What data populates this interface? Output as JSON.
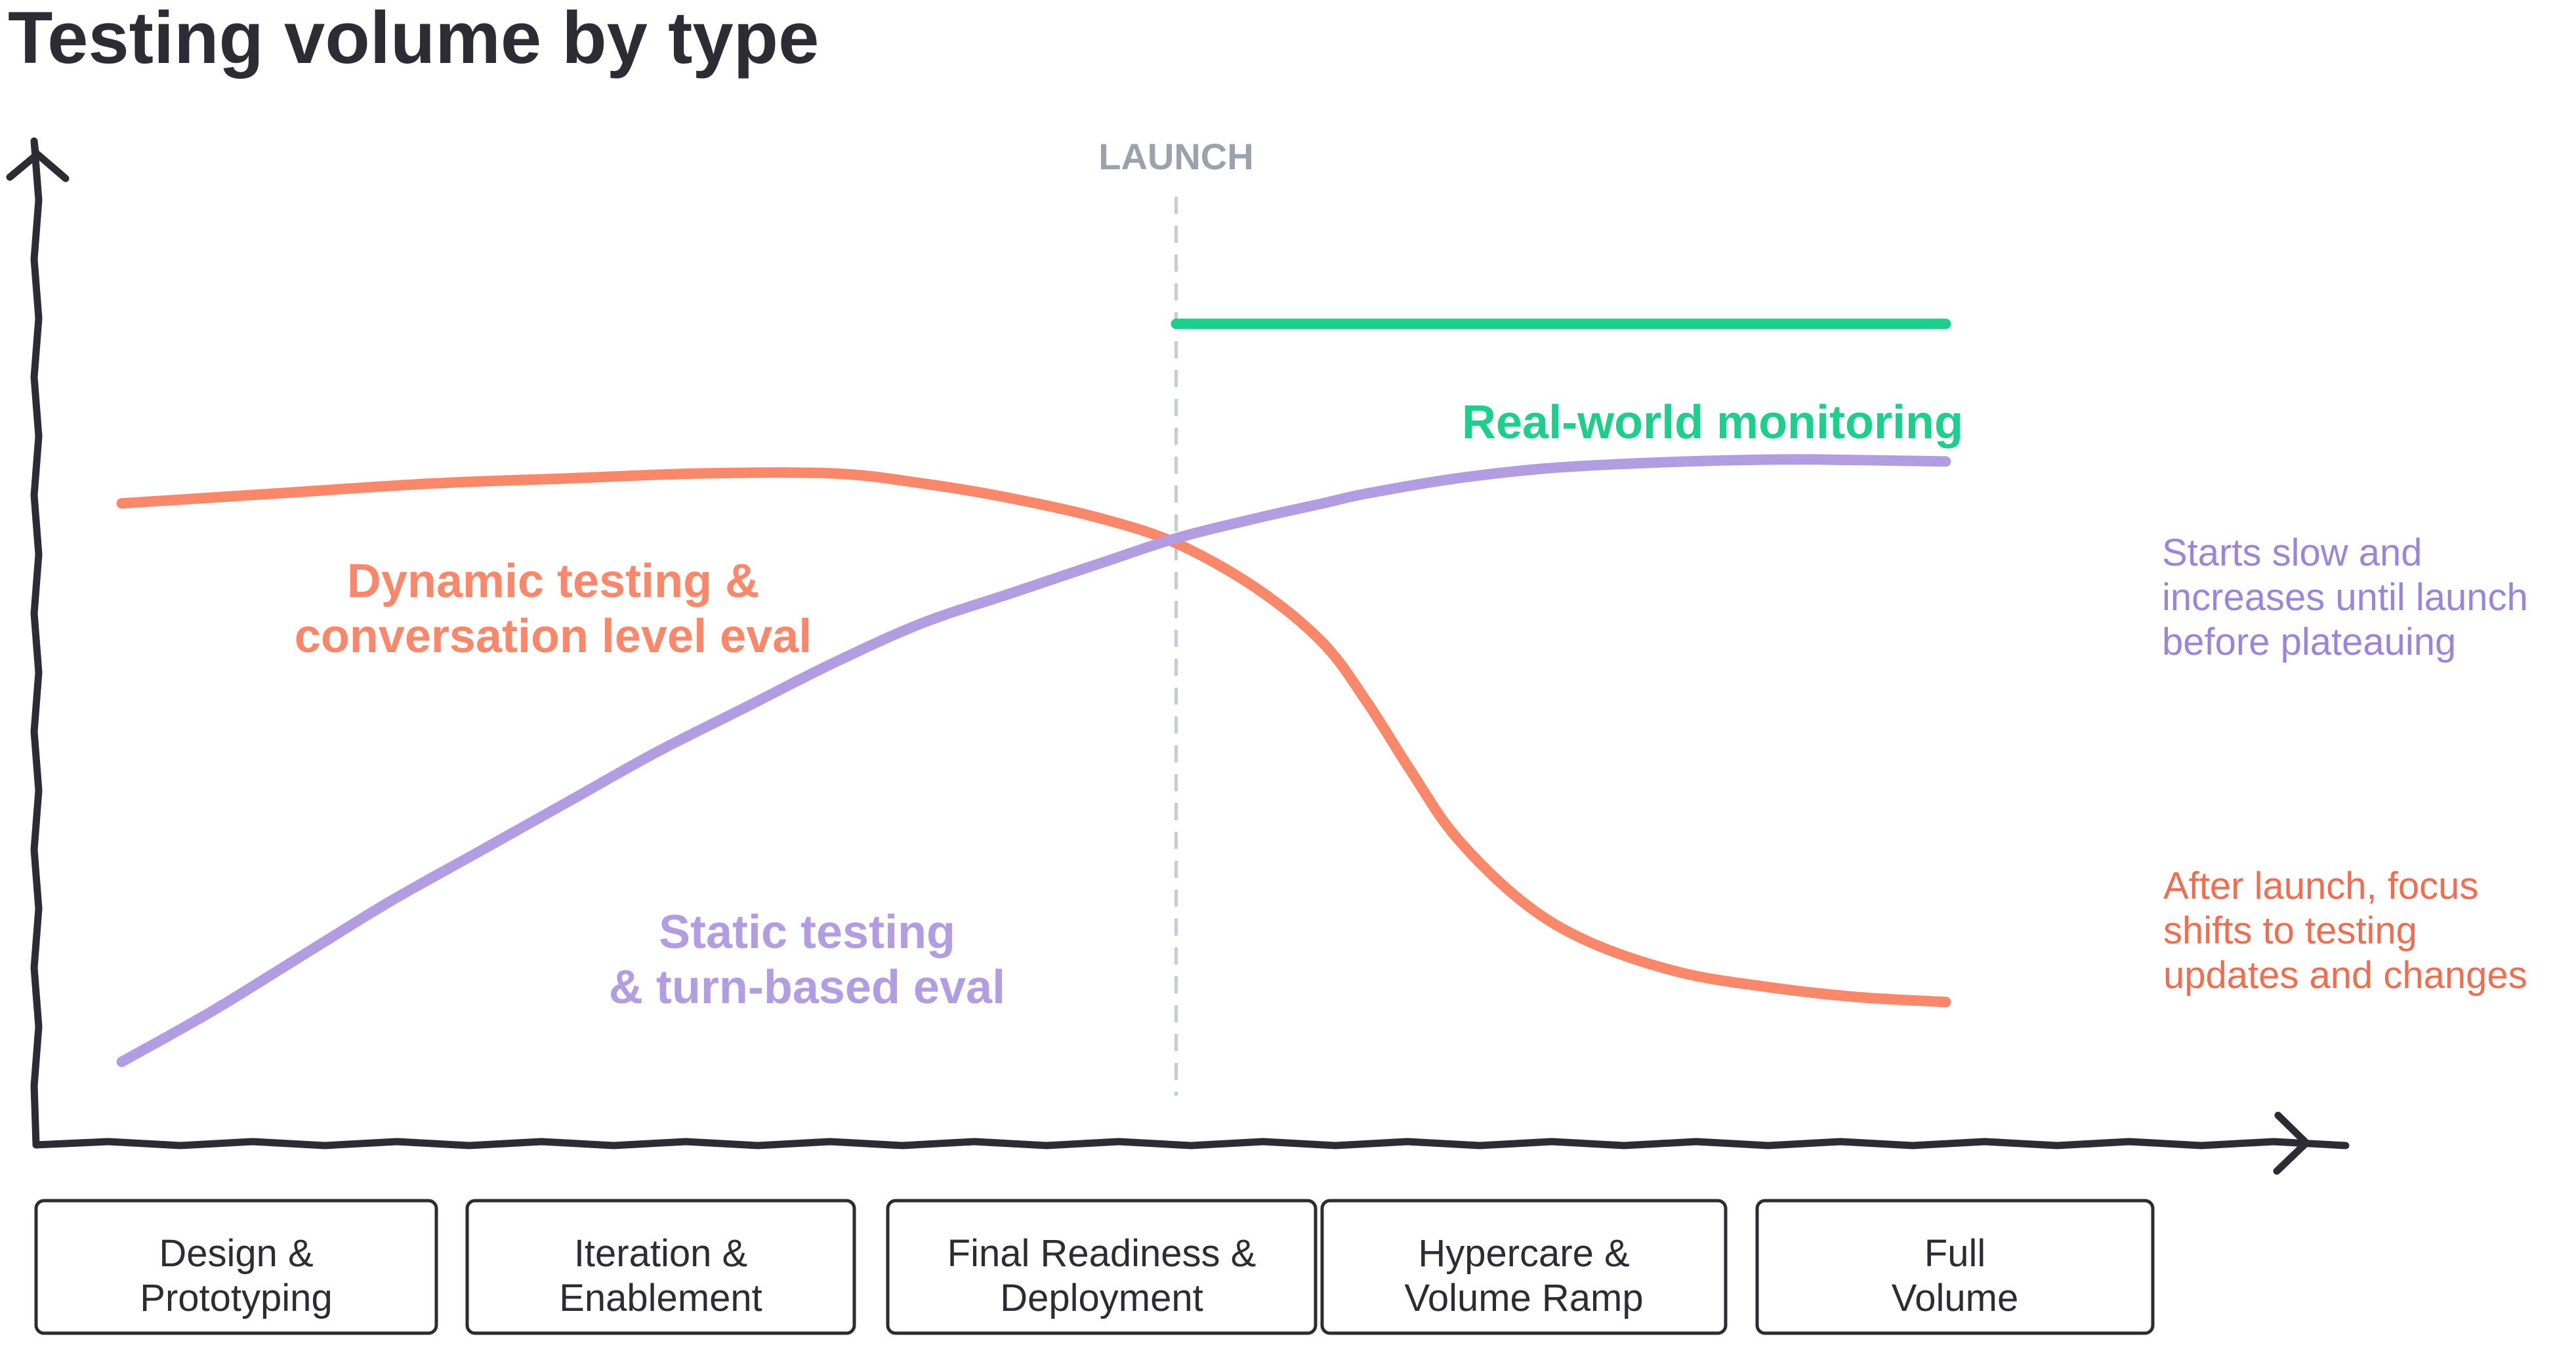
{
  "chart_data": {
    "type": "line",
    "title": "Testing volume by type",
    "xlabel": "",
    "ylabel": "",
    "grid": false,
    "legend": "none",
    "phases": [
      {
        "line1": "Design &",
        "line2": "Prototyping"
      },
      {
        "line1": "Iteration &",
        "line2": "Enablement"
      },
      {
        "line1": "Final Readiness &",
        "line2": "Deployment"
      },
      {
        "line1": "Hypercare &",
        "line2": "Volume Ramp"
      },
      {
        "line1": "Full",
        "line2": "Volume"
      }
    ],
    "launch": {
      "x": 2.57,
      "label": "LAUNCH"
    },
    "xlim": [
      0,
      5
    ],
    "ylim": [
      0,
      100
    ],
    "series": [
      {
        "key": "dynamic",
        "label_lines": [
          "Dynamic testing &",
          "conversation level eval"
        ],
        "annotation_lines": [
          "After launch, focus",
          "shifts to testing",
          "updates and changes"
        ],
        "color": "#f9876a",
        "annotation_color": "#f26c4f",
        "x": [
          0.2,
          0.55,
          0.9,
          1.2,
          1.5,
          1.8,
          2.0,
          2.2,
          2.4,
          2.57,
          2.75,
          2.9,
          3.0,
          3.1,
          3.2,
          3.35,
          3.5,
          3.7,
          3.9,
          4.1,
          4.3
        ],
        "y": [
          64,
          65,
          66,
          66.5,
          67,
          67,
          66,
          64.5,
          62.5,
          60,
          55.5,
          50,
          44,
          37,
          30.5,
          24,
          20,
          17,
          15.5,
          14.5,
          14
        ]
      },
      {
        "key": "static",
        "label_lines": [
          "Static testing",
          "& turn-based eval"
        ],
        "annotation_lines": [
          "Starts slow and",
          "increases until launch",
          "before plateauing"
        ],
        "color": "#b29de3",
        "annotation_color": "#9b84dc",
        "x": [
          0.2,
          0.4,
          0.6,
          0.8,
          1.0,
          1.2,
          1.4,
          1.6,
          1.8,
          2.0,
          2.2,
          2.4,
          2.57,
          2.75,
          2.9,
          3.0,
          3.2,
          3.4,
          3.6,
          3.8,
          4.0,
          4.3
        ],
        "y": [
          8,
          13,
          18.5,
          24,
          29,
          34,
          39,
          43.5,
          48,
          52,
          55,
          58,
          60.5,
          62.5,
          64,
          65,
          66.5,
          67.5,
          68,
          68.3,
          68.4,
          68.2
        ]
      },
      {
        "key": "realworld",
        "label_lines": [
          "Real-world monitoring"
        ],
        "color": "#1dcf8d",
        "x": [
          2.57,
          3.0,
          3.5,
          4.0,
          4.3
        ],
        "y": [
          82,
          82,
          82,
          82,
          82
        ]
      }
    ]
  }
}
